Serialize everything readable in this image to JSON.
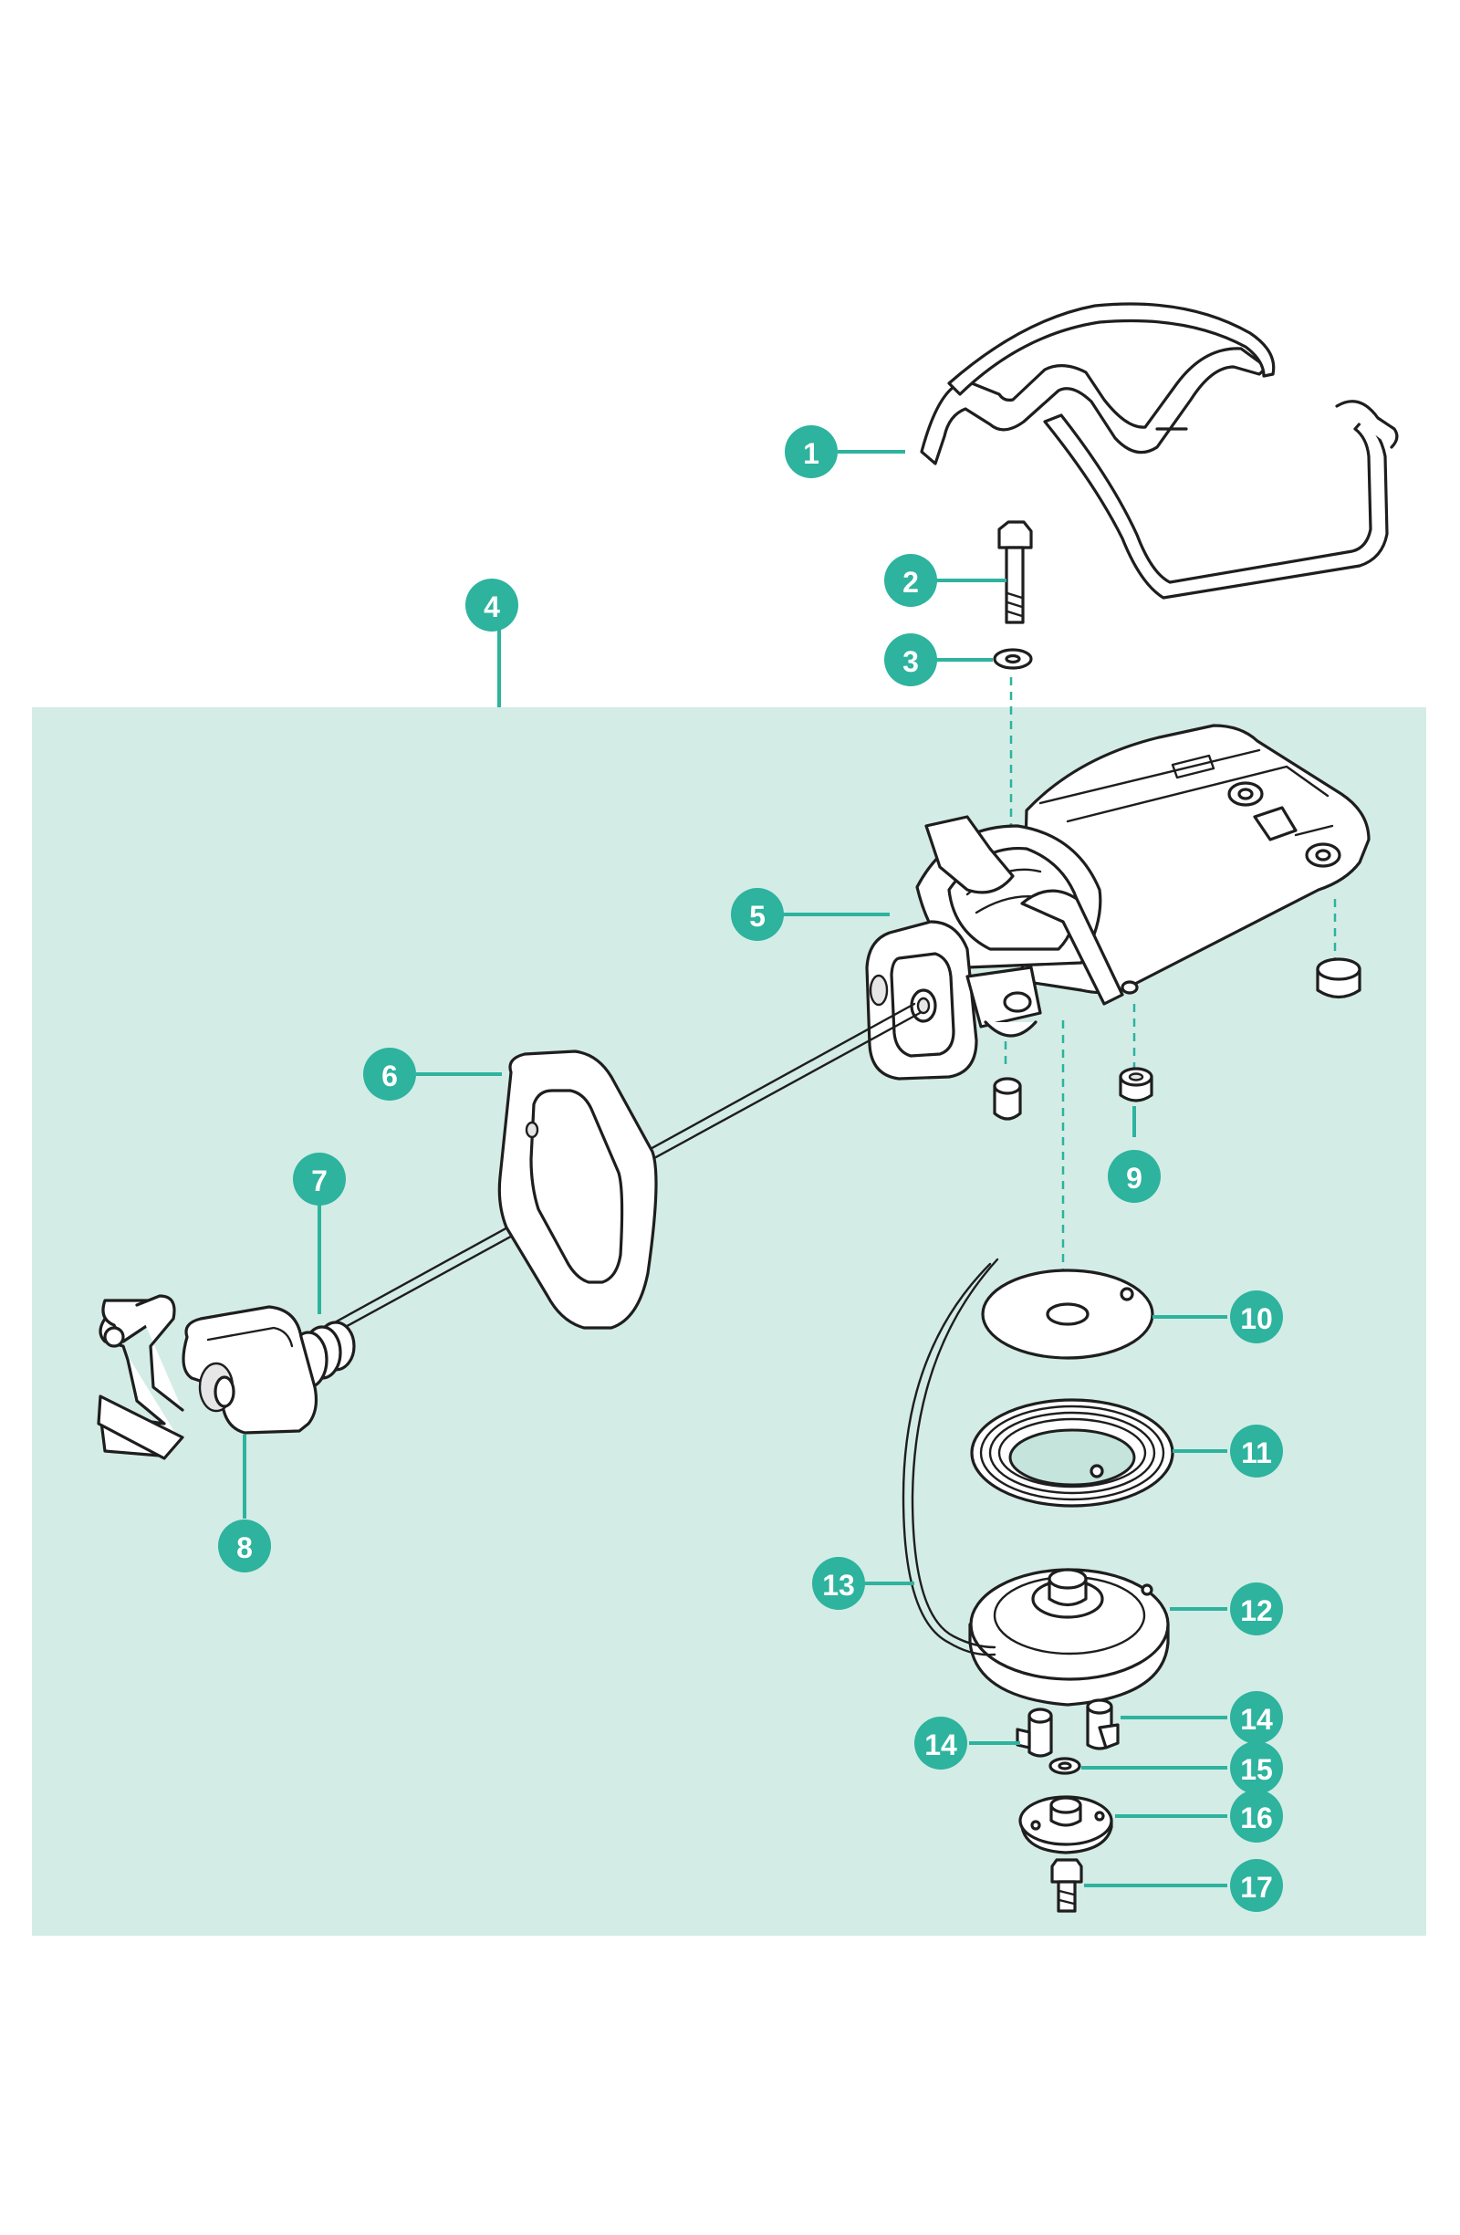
{
  "colors": {
    "accent": "#2db39e",
    "assembly_panel": "#d4ece6",
    "line_art": "#1e1e1e",
    "background": "#ffffff"
  },
  "callouts": [
    {
      "id": "callout-1",
      "label": "1"
    },
    {
      "id": "callout-2",
      "label": "2"
    },
    {
      "id": "callout-3",
      "label": "3"
    },
    {
      "id": "callout-4",
      "label": "4"
    },
    {
      "id": "callout-5",
      "label": "5"
    },
    {
      "id": "callout-6",
      "label": "6"
    },
    {
      "id": "callout-7",
      "label": "7"
    },
    {
      "id": "callout-8",
      "label": "8"
    },
    {
      "id": "callout-9",
      "label": "9"
    },
    {
      "id": "callout-10",
      "label": "10"
    },
    {
      "id": "callout-11",
      "label": "11"
    },
    {
      "id": "callout-12",
      "label": "12"
    },
    {
      "id": "callout-13",
      "label": "13"
    },
    {
      "id": "callout-14a",
      "label": "14"
    },
    {
      "id": "callout-14b",
      "label": "14"
    },
    {
      "id": "callout-15",
      "label": "15"
    },
    {
      "id": "callout-16",
      "label": "16"
    },
    {
      "id": "callout-17",
      "label": "17"
    }
  ]
}
